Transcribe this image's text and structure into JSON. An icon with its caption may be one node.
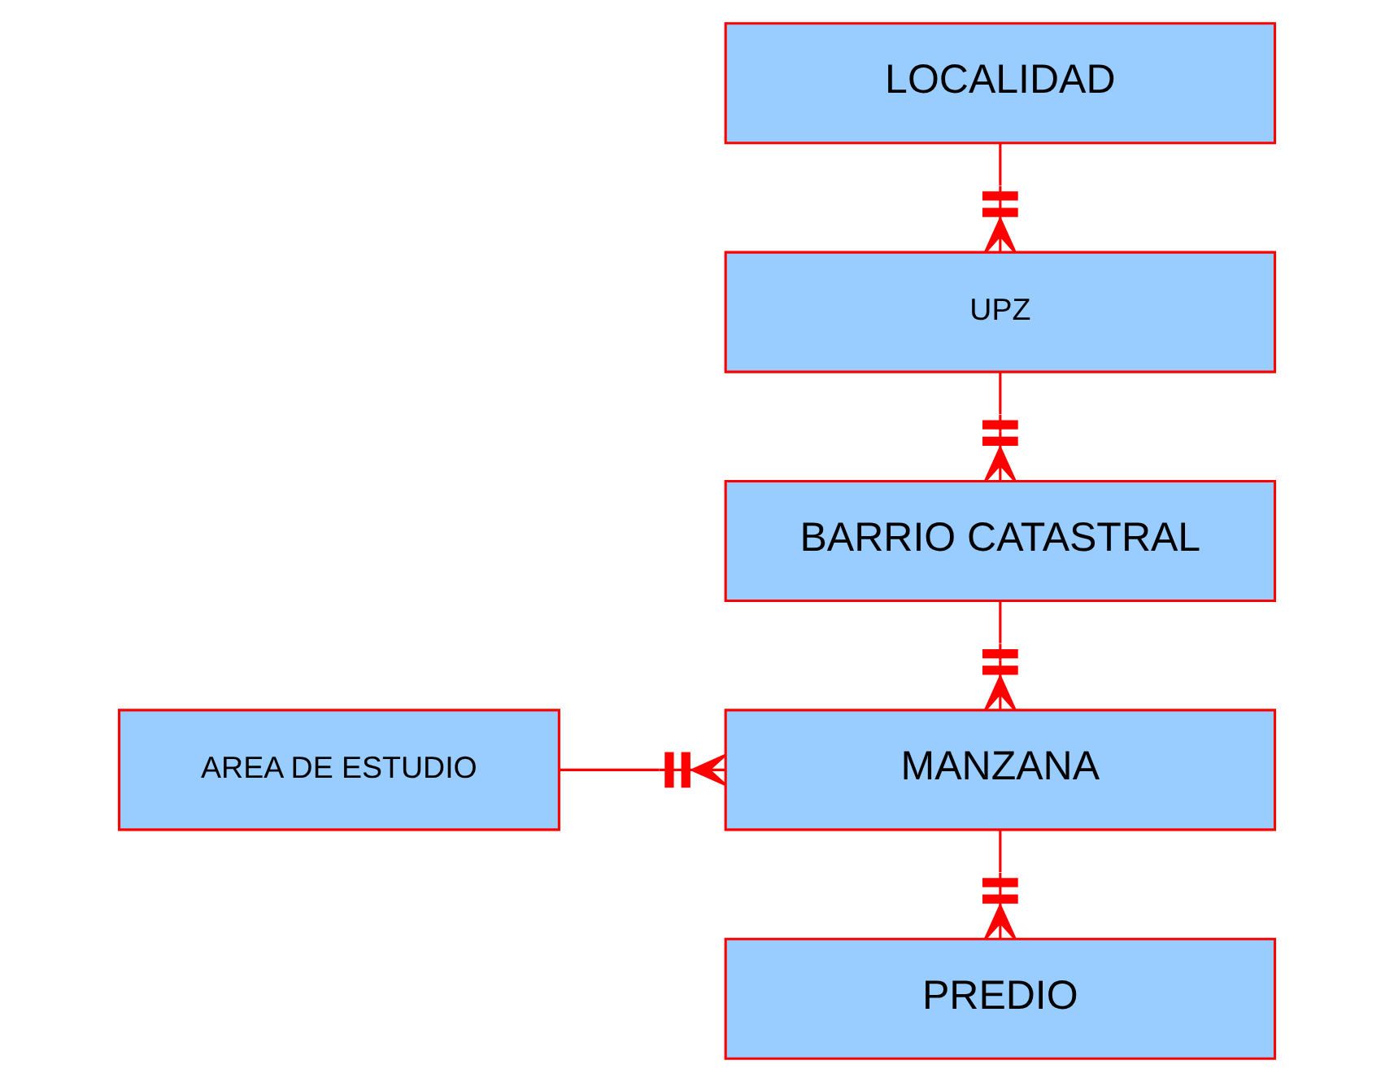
{
  "diagram": {
    "nodes": [
      {
        "text": [
          "LOCALIDAD"
        ]
      },
      {
        "text": [
          "UPZ"
        ]
      },
      {
        "text": [
          "BARRIO CATASTRAL"
        ]
      },
      {
        "text": [
          "AREA DE ESTUDIO"
        ]
      },
      {
        "text": [
          "MANZANA"
        ]
      },
      {
        "text": [
          "PREDIO"
        ]
      }
    ],
    "edges": [
      {
        "from": 0,
        "to": 1,
        "arrow": "other"
      },
      {
        "from": 1,
        "to": 2,
        "arrow": "other"
      },
      {
        "from": 2,
        "to": 4,
        "arrow": "other"
      },
      {
        "from": 3,
        "to": 4,
        "arrow": "other"
      },
      {
        "from": 4,
        "to": 5,
        "arrow": "other"
      }
    ]
  }
}
